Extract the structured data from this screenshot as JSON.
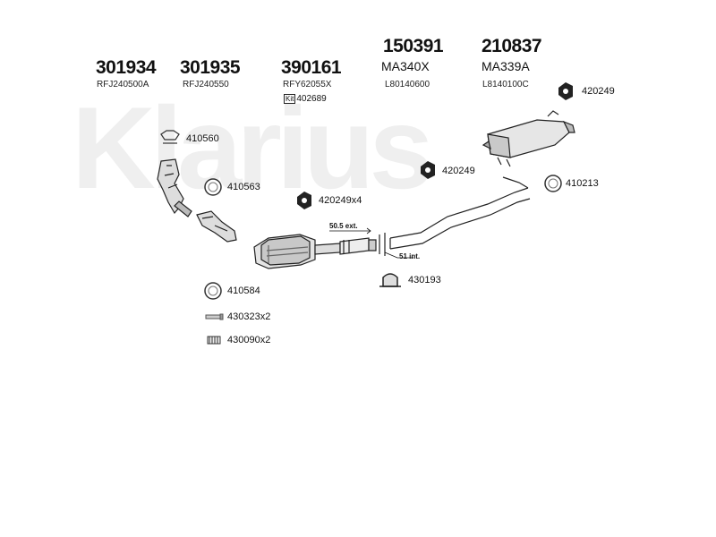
{
  "watermark": "Klarius",
  "parts_top": [
    {
      "number": "301934",
      "oem": "RFJ240500A"
    },
    {
      "number": "301935",
      "oem": "RFJ240550"
    },
    {
      "number": "390161",
      "oem": "RFY62055X"
    },
    {
      "number": "150391",
      "model": "MA340X",
      "oem": "L80140600"
    },
    {
      "number": "210837",
      "model": "MA339A",
      "oem": "L8140100C"
    }
  ],
  "kit": {
    "tag": "Kit",
    "number": "402689"
  },
  "accessories": [
    {
      "label": "420249",
      "icon": "rubber-hanger-icon"
    },
    {
      "label": "410560",
      "icon": "clamp-bracket-icon"
    },
    {
      "label": "410563",
      "icon": "gasket-ring-icon"
    },
    {
      "label": "420249x4",
      "icon": "rubber-hanger-icon"
    },
    {
      "label": "420249",
      "icon": "rubber-hanger-icon"
    },
    {
      "label": "410213",
      "icon": "gasket-ring-icon"
    },
    {
      "label": "430193",
      "icon": "u-clamp-icon"
    },
    {
      "label": "410584",
      "icon": "gasket-ring-icon"
    },
    {
      "label": "430323x2",
      "icon": "bolt-icon"
    },
    {
      "label": "430090x2",
      "icon": "spring-icon"
    }
  ],
  "dimensions": {
    "ext": "50.5 ext.",
    "int": "51 int."
  }
}
